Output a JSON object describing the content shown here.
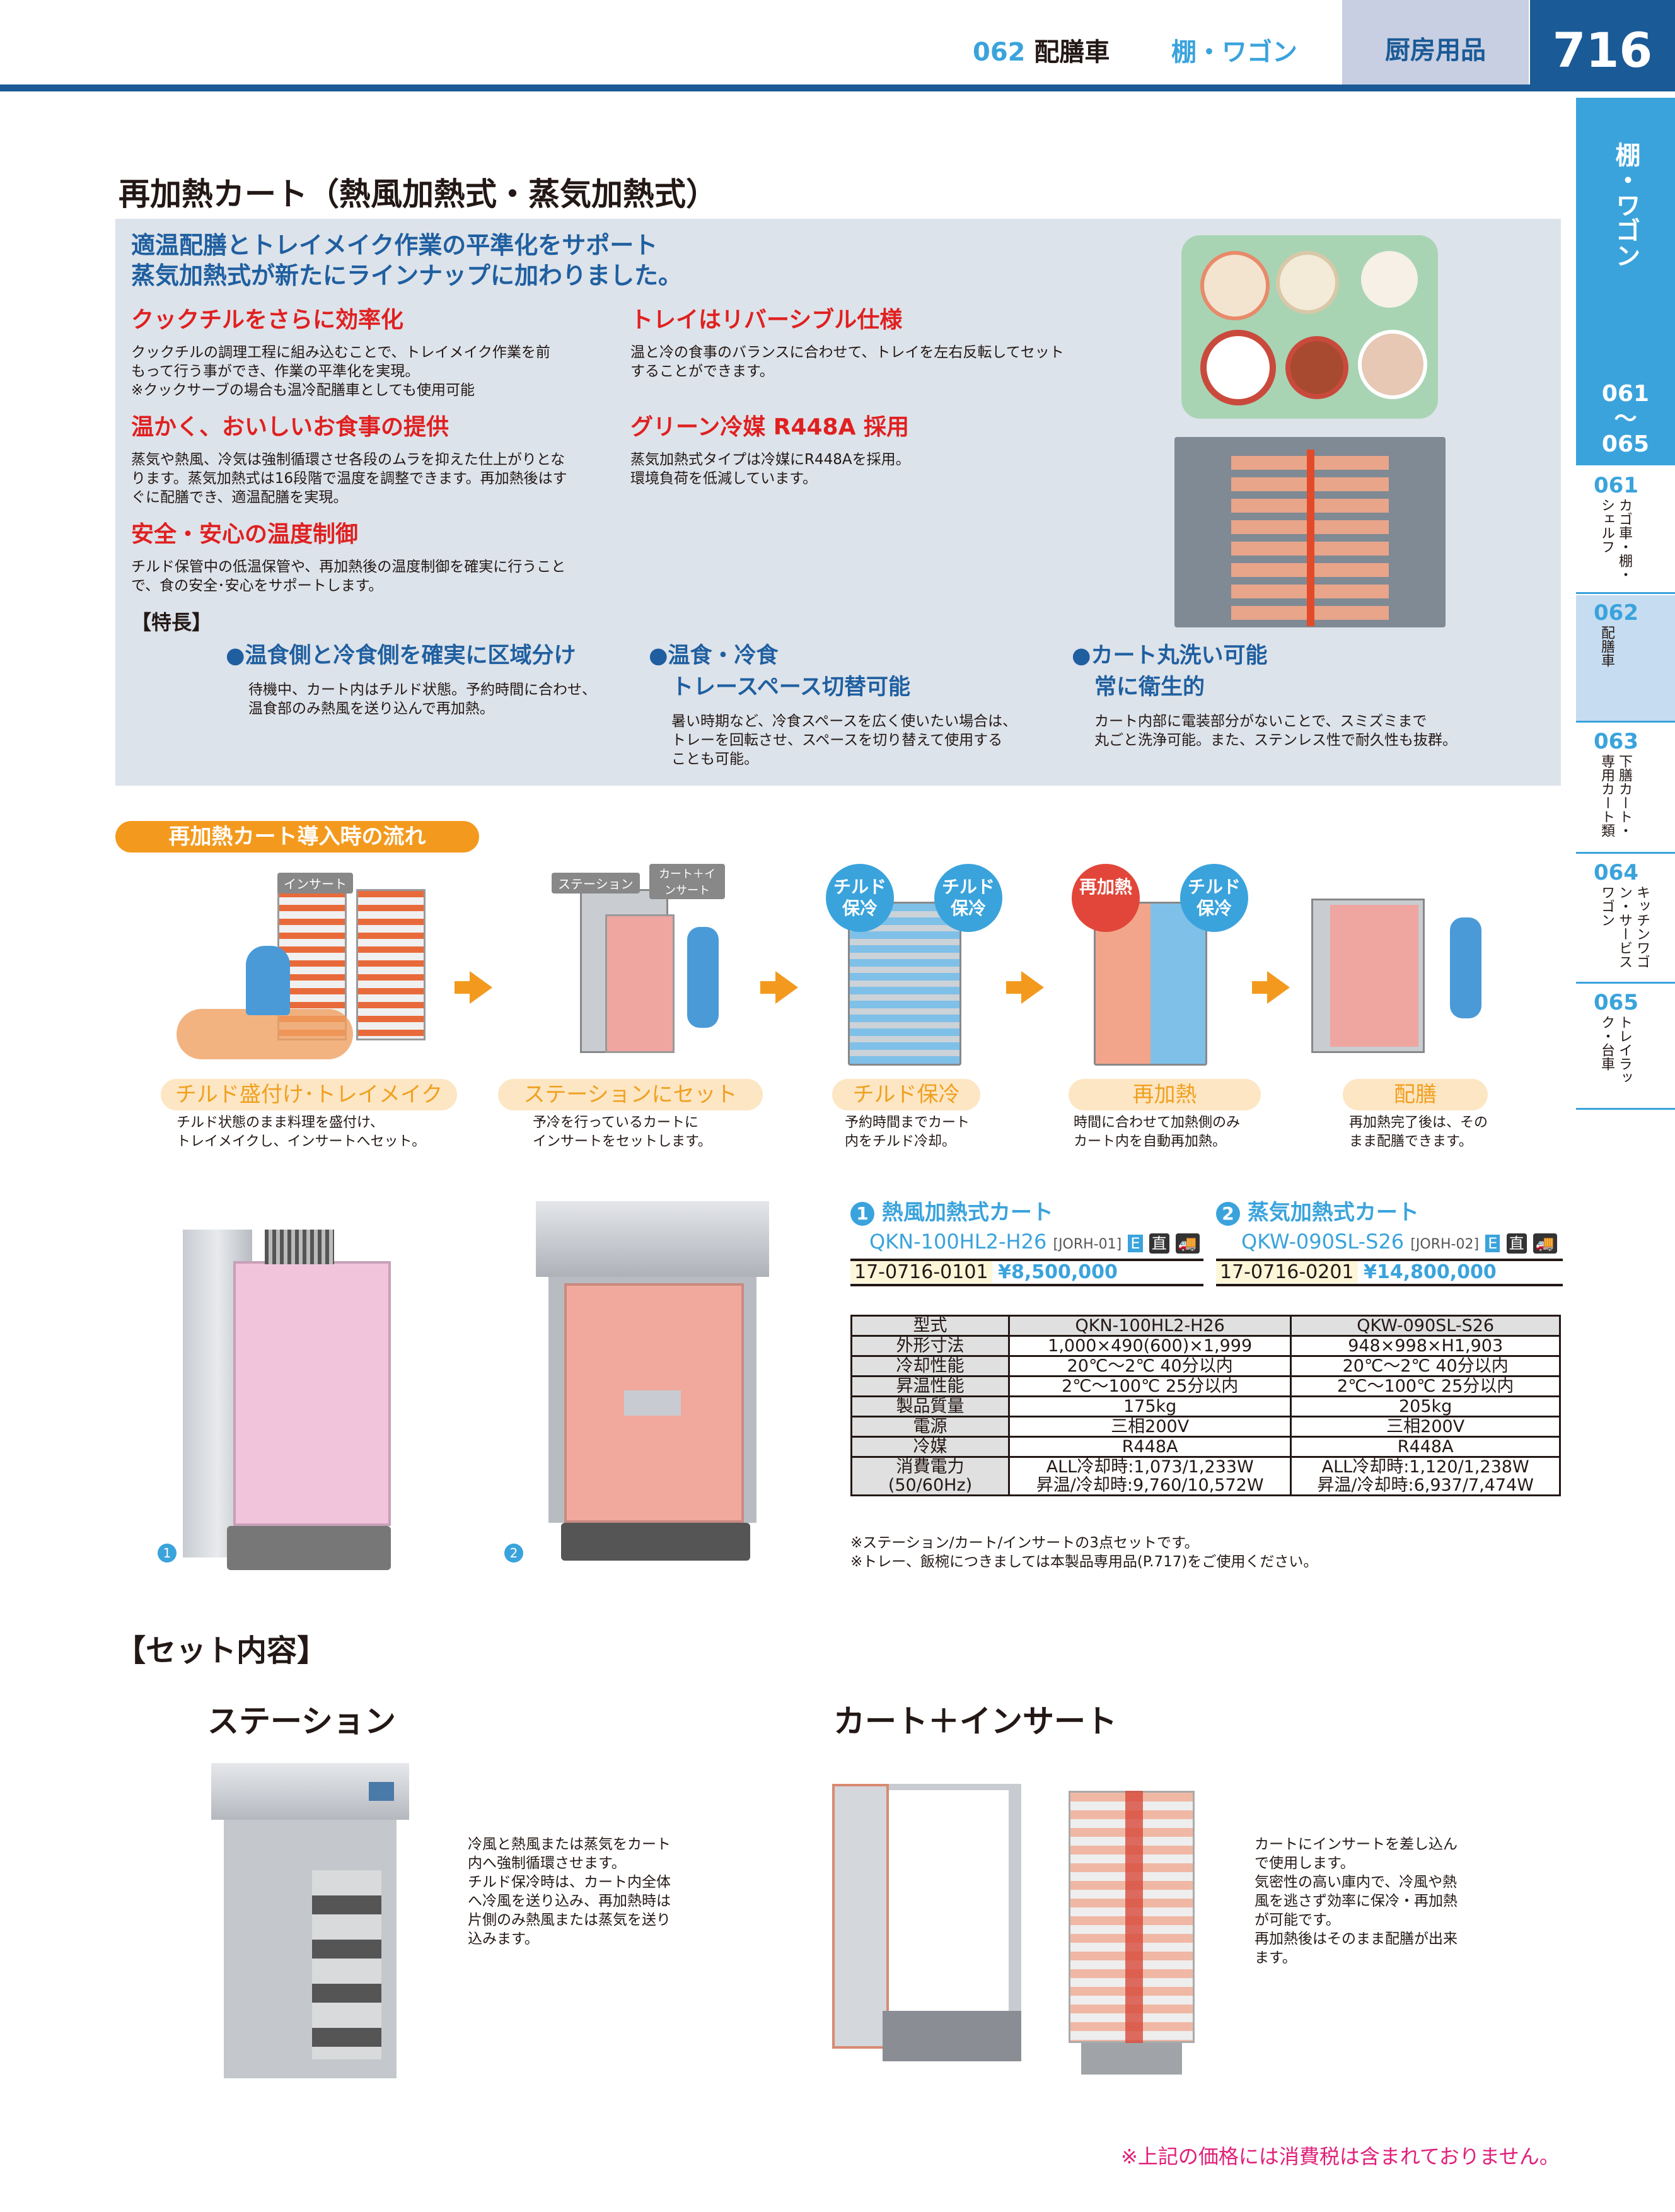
{
  "header": {
    "section_num": "062",
    "section_name": "配膳車",
    "category": "棚・ワゴン",
    "book": "厨房用品",
    "page": "716"
  },
  "side_tab": {
    "title": "棚・ワゴン",
    "range_start": "061",
    "range_sep": "〜",
    "range_end": "065",
    "sections": [
      {
        "num": "061",
        "label": "カゴ車・棚・シェルフ"
      },
      {
        "num": "062",
        "label": "配膳車"
      },
      {
        "num": "063",
        "label": "下膳カート・専用カート類"
      },
      {
        "num": "064",
        "label": "キッチンワゴン・サービスワゴン"
      },
      {
        "num": "065",
        "label": "トレイラック・台車"
      }
    ]
  },
  "title": "再加熱カート（熱風加熱式・蒸気加熱式）",
  "intro": {
    "headline1": "適温配膳とトレイメイク作業の平準化をサポート",
    "headline2": "蒸気加熱式が新たにラインナップに加わりました。",
    "points": [
      {
        "title": "クックチルをさらに効率化",
        "lines": [
          "クックチルの調理工程に組み込むことで、トレイメイク作業を前",
          "もって行う事ができ、作業の平準化を実現。",
          "※クックサーブの場合も温冷配膳車としても使用可能"
        ]
      },
      {
        "title": "トレイはリバーシブル仕様",
        "lines": [
          "温と冷の食事のバランスに合わせて、トレイを左右反転してセット",
          "することができます。"
        ]
      },
      {
        "title": "温かく、おいしいお食事の提供",
        "lines": [
          "蒸気や熱風、冷気は強制循環させ各段のムラを抑えた仕上がりとな",
          "ります。蒸気加熱式は16段階で温度を調整できます。再加熱後はす",
          "ぐに配膳でき、適温配膳を実現。"
        ]
      },
      {
        "title": "グリーン冷媒 R448A 採用",
        "lines": [
          "蒸気加熱式タイプは冷媒にR448Aを採用。",
          "環境負荷を低減しています。"
        ]
      },
      {
        "title": "安全・安心の温度制御",
        "lines": [
          "チルド保管中の低温保管や、再加熱後の温度制御を確実に行うこと",
          "で、食の安全･安心をサポートします。"
        ]
      }
    ],
    "features_label": "【特長】",
    "features": [
      {
        "title1": "●温食側と冷食側を確実に区域分け",
        "title2": "",
        "lines": [
          "待機中、カート内はチルド状態。予約時間に合わせ、",
          "温食部のみ熱風を送り込んで再加熱。"
        ]
      },
      {
        "title1": "●温食・冷食",
        "title2": "トレースペース切替可能",
        "lines": [
          "暑い時期など、冷食スペースを広く使いたい場合は、",
          "トレーを回転させ、スペースを切り替えて使用する",
          "ことも可能。"
        ]
      },
      {
        "title1": "●カート丸洗い可能",
        "title2": "常に衛生的",
        "lines": [
          "カート内部に電装部分がないことで、スミズミまで",
          "丸ごと洗浄可能。また、ステンレス性で耐久性も抜群。"
        ]
      }
    ]
  },
  "flow": {
    "title": "再加熱カート導入時の流れ",
    "tags": {
      "insert": "インサート",
      "station": "ステーション",
      "cart_insert": "カート＋インサート",
      "chilled": "チルド保冷",
      "reheat": "再加熱"
    },
    "steps": [
      {
        "label": "チルド盛付け･トレイメイク",
        "lines": [
          "チルド状態のまま料理を盛付け、",
          "トレイメイクし、インサートへセット。"
        ]
      },
      {
        "label": "ステーションにセット",
        "lines": [
          "予冷を行っているカートに",
          "インサートをセットします。"
        ]
      },
      {
        "label": "チルド保冷",
        "lines": [
          "予約時間までカート",
          "内をチルド冷却。"
        ]
      },
      {
        "label": "再加熱",
        "lines": [
          "時間に合わせて加熱側のみ",
          "カート内を自動再加熱。"
        ]
      },
      {
        "label": "配膳",
        "lines": [
          "再加熱完了後は、その",
          "まま配膳できます。"
        ]
      }
    ]
  },
  "products": [
    {
      "num": "1",
      "name": "熱風加熱式カート",
      "model": "QKN-100HL2-H26",
      "code": "[JORH-01]",
      "badge": "E",
      "icons": [
        "直",
        "truck"
      ],
      "item_no": "17-0716-0101",
      "price": "¥8,500,000"
    },
    {
      "num": "2",
      "name": "蒸気加熱式カート",
      "model": "QKW-090SL-S26",
      "code": "[JORH-02]",
      "badge": "E",
      "icons": [
        "直",
        "truck"
      ],
      "item_no": "17-0716-0201",
      "price": "¥14,800,000"
    }
  ],
  "spec_table": {
    "rows": [
      [
        "型式",
        "QKN-100HL2-H26",
        "QKW-090SL-S26"
      ],
      [
        "外形寸法",
        "1,000×490(600)×1,999",
        "948×998×H1,903"
      ],
      [
        "冷却性能",
        "20℃〜2℃ 40分以内",
        "20℃〜2℃ 40分以内"
      ],
      [
        "昇温性能",
        "2℃〜100℃ 25分以内",
        "2℃〜100℃ 25分以内"
      ],
      [
        "製品質量",
        "175kg",
        "205kg"
      ],
      [
        "電源",
        "三相200V",
        "三相200V"
      ],
      [
        "冷媒",
        "R448A",
        "R448A"
      ]
    ],
    "power": {
      "label1": "消費電力",
      "label2": "(50/60Hz)",
      "a1": "ALL冷却時:1,073/1,233W",
      "a2": "昇温/冷却時:9,760/10,572W",
      "b1": "ALL冷却時:1,120/1,238W",
      "b2": "昇温/冷却時:6,937/7,474W"
    },
    "notes": [
      "※ステーション/カート/インサートの3点セットです。",
      "※トレー、飯椀につきましては本製品専用品(P.717)をご使用ください。"
    ]
  },
  "set": {
    "title": "【セット内容】",
    "station": {
      "title": "ステーション",
      "lines": [
        "冷風と熱風または蒸気をカート",
        "内へ強制循環させます。",
        "チルド保冷時は、カート内全体",
        "へ冷風を送り込み、再加熱時は",
        "片側のみ熱風または蒸気を送り",
        "込みます。"
      ]
    },
    "cart": {
      "title": "カート＋インサート",
      "lines": [
        "カートにインサートを差し込ん",
        "で使用します。",
        "気密性の高い庫内で、冷風や熱",
        "風を逃さず効率に保冷・再加熱",
        "が可能です。",
        "再加熱後はそのまま配膳が出来",
        "ます。"
      ]
    }
  },
  "footer_note": "※上記の価格には消費税は含まれておりません。",
  "colors": {
    "dark_blue": "#1a5a96",
    "tab_blue": "#3aa3dc",
    "red": "#e02020",
    "orange": "#f39a1e",
    "magenta": "#e0207a"
  }
}
